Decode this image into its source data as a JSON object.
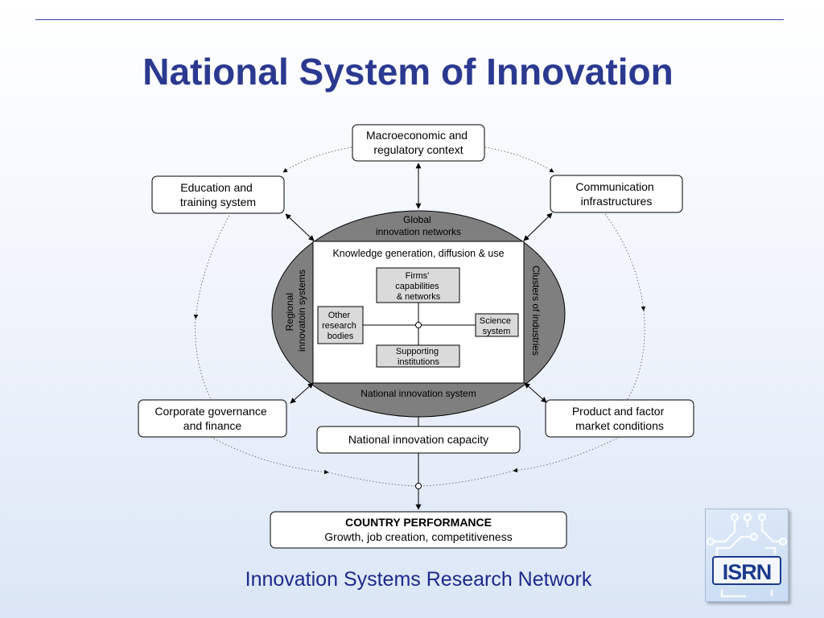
{
  "slide": {
    "title": "National System of Innovation",
    "footer": "Innovation Systems Research Network",
    "logo_text": "ISRN"
  },
  "diagram": {
    "outer_nodes": {
      "macro": [
        "Macroeconomic and",
        "regulatory context"
      ],
      "education": [
        "Education and",
        "training system"
      ],
      "communication": [
        "Communication",
        "infrastructures"
      ],
      "corporate": [
        "Corporate governance",
        "and finance"
      ],
      "product": [
        "Product and factor",
        "market conditions"
      ],
      "capacity": [
        "National innovation capacity"
      ],
      "performance_title": "COUNTRY PERFORMANCE",
      "performance_sub": "Growth, job creation, competitiveness"
    },
    "ellipse": {
      "top": [
        "Global",
        "innovation networks"
      ],
      "bottom": "National innovation system",
      "left": [
        "Regional",
        "innovatoin systems"
      ],
      "right": "Clusters of industries"
    },
    "core": {
      "title": "Knowledge generation, diffusion & use",
      "firms": [
        "Firms'",
        "capabilities",
        "& networks"
      ],
      "other": [
        "Other",
        "research",
        "bodies"
      ],
      "science": [
        "Science",
        "system"
      ],
      "supporting": [
        "Supporting",
        "institutions"
      ]
    },
    "colors": {
      "ellipse_fill": "#7f7f7f",
      "inner_box_fill": "#dadada",
      "title_color": "#2b3990"
    }
  }
}
